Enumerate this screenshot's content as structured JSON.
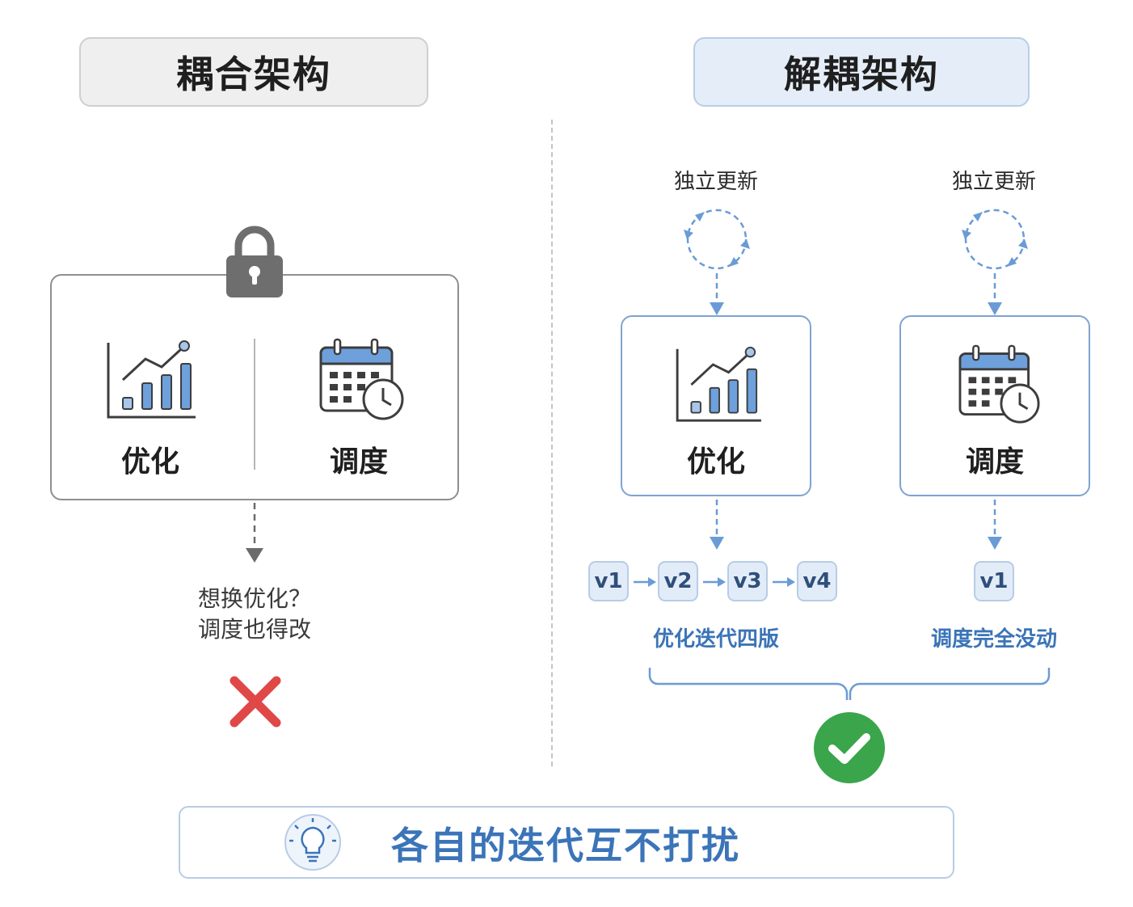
{
  "left": {
    "title": "耦合架构",
    "optimize_label": "优化",
    "schedule_label": "调度",
    "question_line1": "想换优化？",
    "question_line2": "调度也得改"
  },
  "right": {
    "title": "解耦架构",
    "independent_update_1": "独立更新",
    "independent_update_2": "独立更新",
    "optimize_label": "优化",
    "schedule_label": "调度",
    "versions_optimize": [
      "v1",
      "v2",
      "v3",
      "v4"
    ],
    "versions_schedule": [
      "v1"
    ],
    "optimize_caption": "优化迭代四版",
    "schedule_caption": "调度完全没动"
  },
  "summary": "各自的迭代互不打扰",
  "icons": [
    "lock-icon",
    "bar-chart-icon",
    "calendar-clock-icon",
    "cross-icon",
    "refresh-cycle-icon",
    "check-circle-icon",
    "lightbulb-icon"
  ],
  "colors": {
    "accent_blue": "#3b74b8",
    "light_blue": "#e2ecf8",
    "error_red": "#e04848",
    "success_green": "#3aa54a",
    "gray": "#6b6b6b"
  }
}
